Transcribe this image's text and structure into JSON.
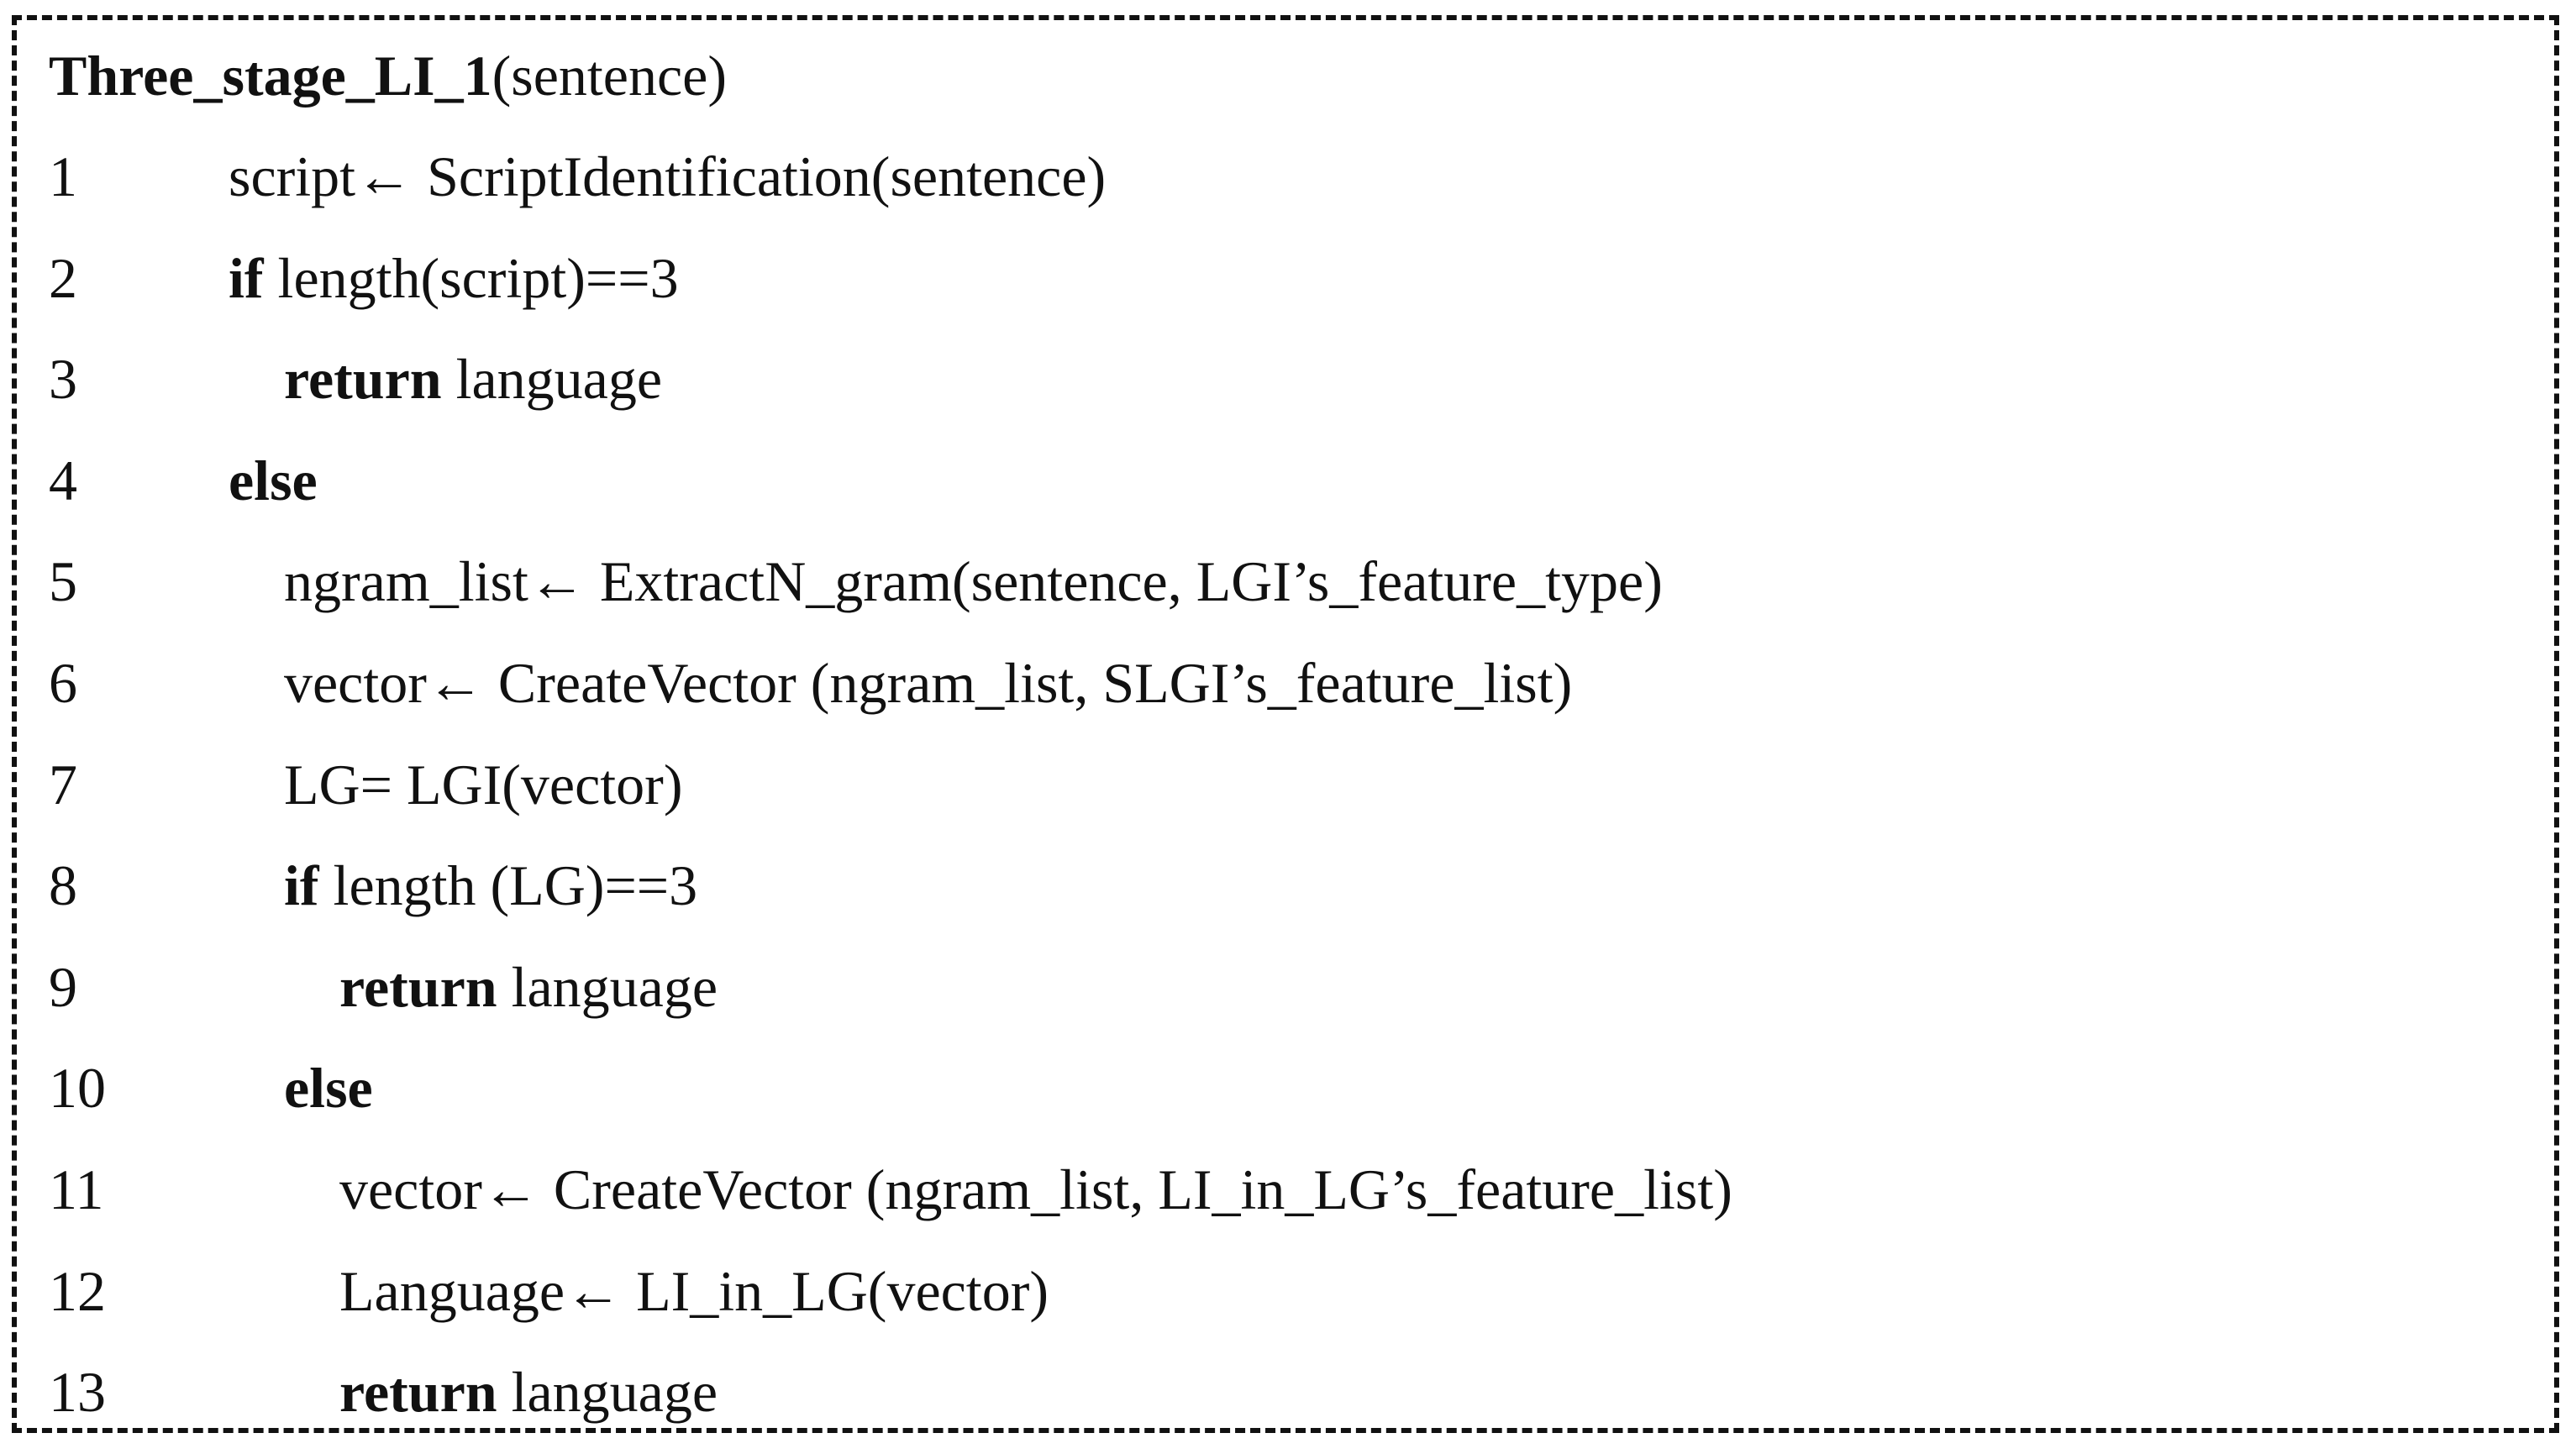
{
  "algorithm": {
    "name": "Three_stage_LI_1",
    "params": "(sentence)",
    "lines": [
      {
        "num": "1",
        "indent": 0,
        "kw": "",
        "text": "script← ScriptIdentification(sentence)"
      },
      {
        "num": "2",
        "indent": 0,
        "kw": "if",
        "text": " length(script)==3"
      },
      {
        "num": "3",
        "indent": 1,
        "kw": "return",
        "text": " language"
      },
      {
        "num": "4",
        "indent": 0,
        "kw": "else",
        "text": ""
      },
      {
        "num": "5",
        "indent": 1,
        "kw": "",
        "text": "ngram_list← ExtractN_gram(sentence, LGI’s_feature_type)"
      },
      {
        "num": "6",
        "indent": 1,
        "kw": "",
        "text": "vector← CreateVector (ngram_list, SLGI’s_feature_list)"
      },
      {
        "num": "7",
        "indent": 1,
        "kw": "",
        "text": "LG= LGI(vector)"
      },
      {
        "num": "8",
        "indent": 1,
        "kw": "if",
        "text": " length (LG)==3"
      },
      {
        "num": "9",
        "indent": 2,
        "kw": "return",
        "text": " language"
      },
      {
        "num": "10",
        "indent": 1,
        "kw": "else",
        "text": ""
      },
      {
        "num": "11",
        "indent": 2,
        "kw": "",
        "text": "vector← CreateVector (ngram_list, LI_in_LG’s_feature_list)"
      },
      {
        "num": "12",
        "indent": 2,
        "kw": "",
        "text": "Language← LI_in_LG(vector)"
      },
      {
        "num": "13",
        "indent": 2,
        "kw": "return",
        "text": " language"
      }
    ]
  }
}
